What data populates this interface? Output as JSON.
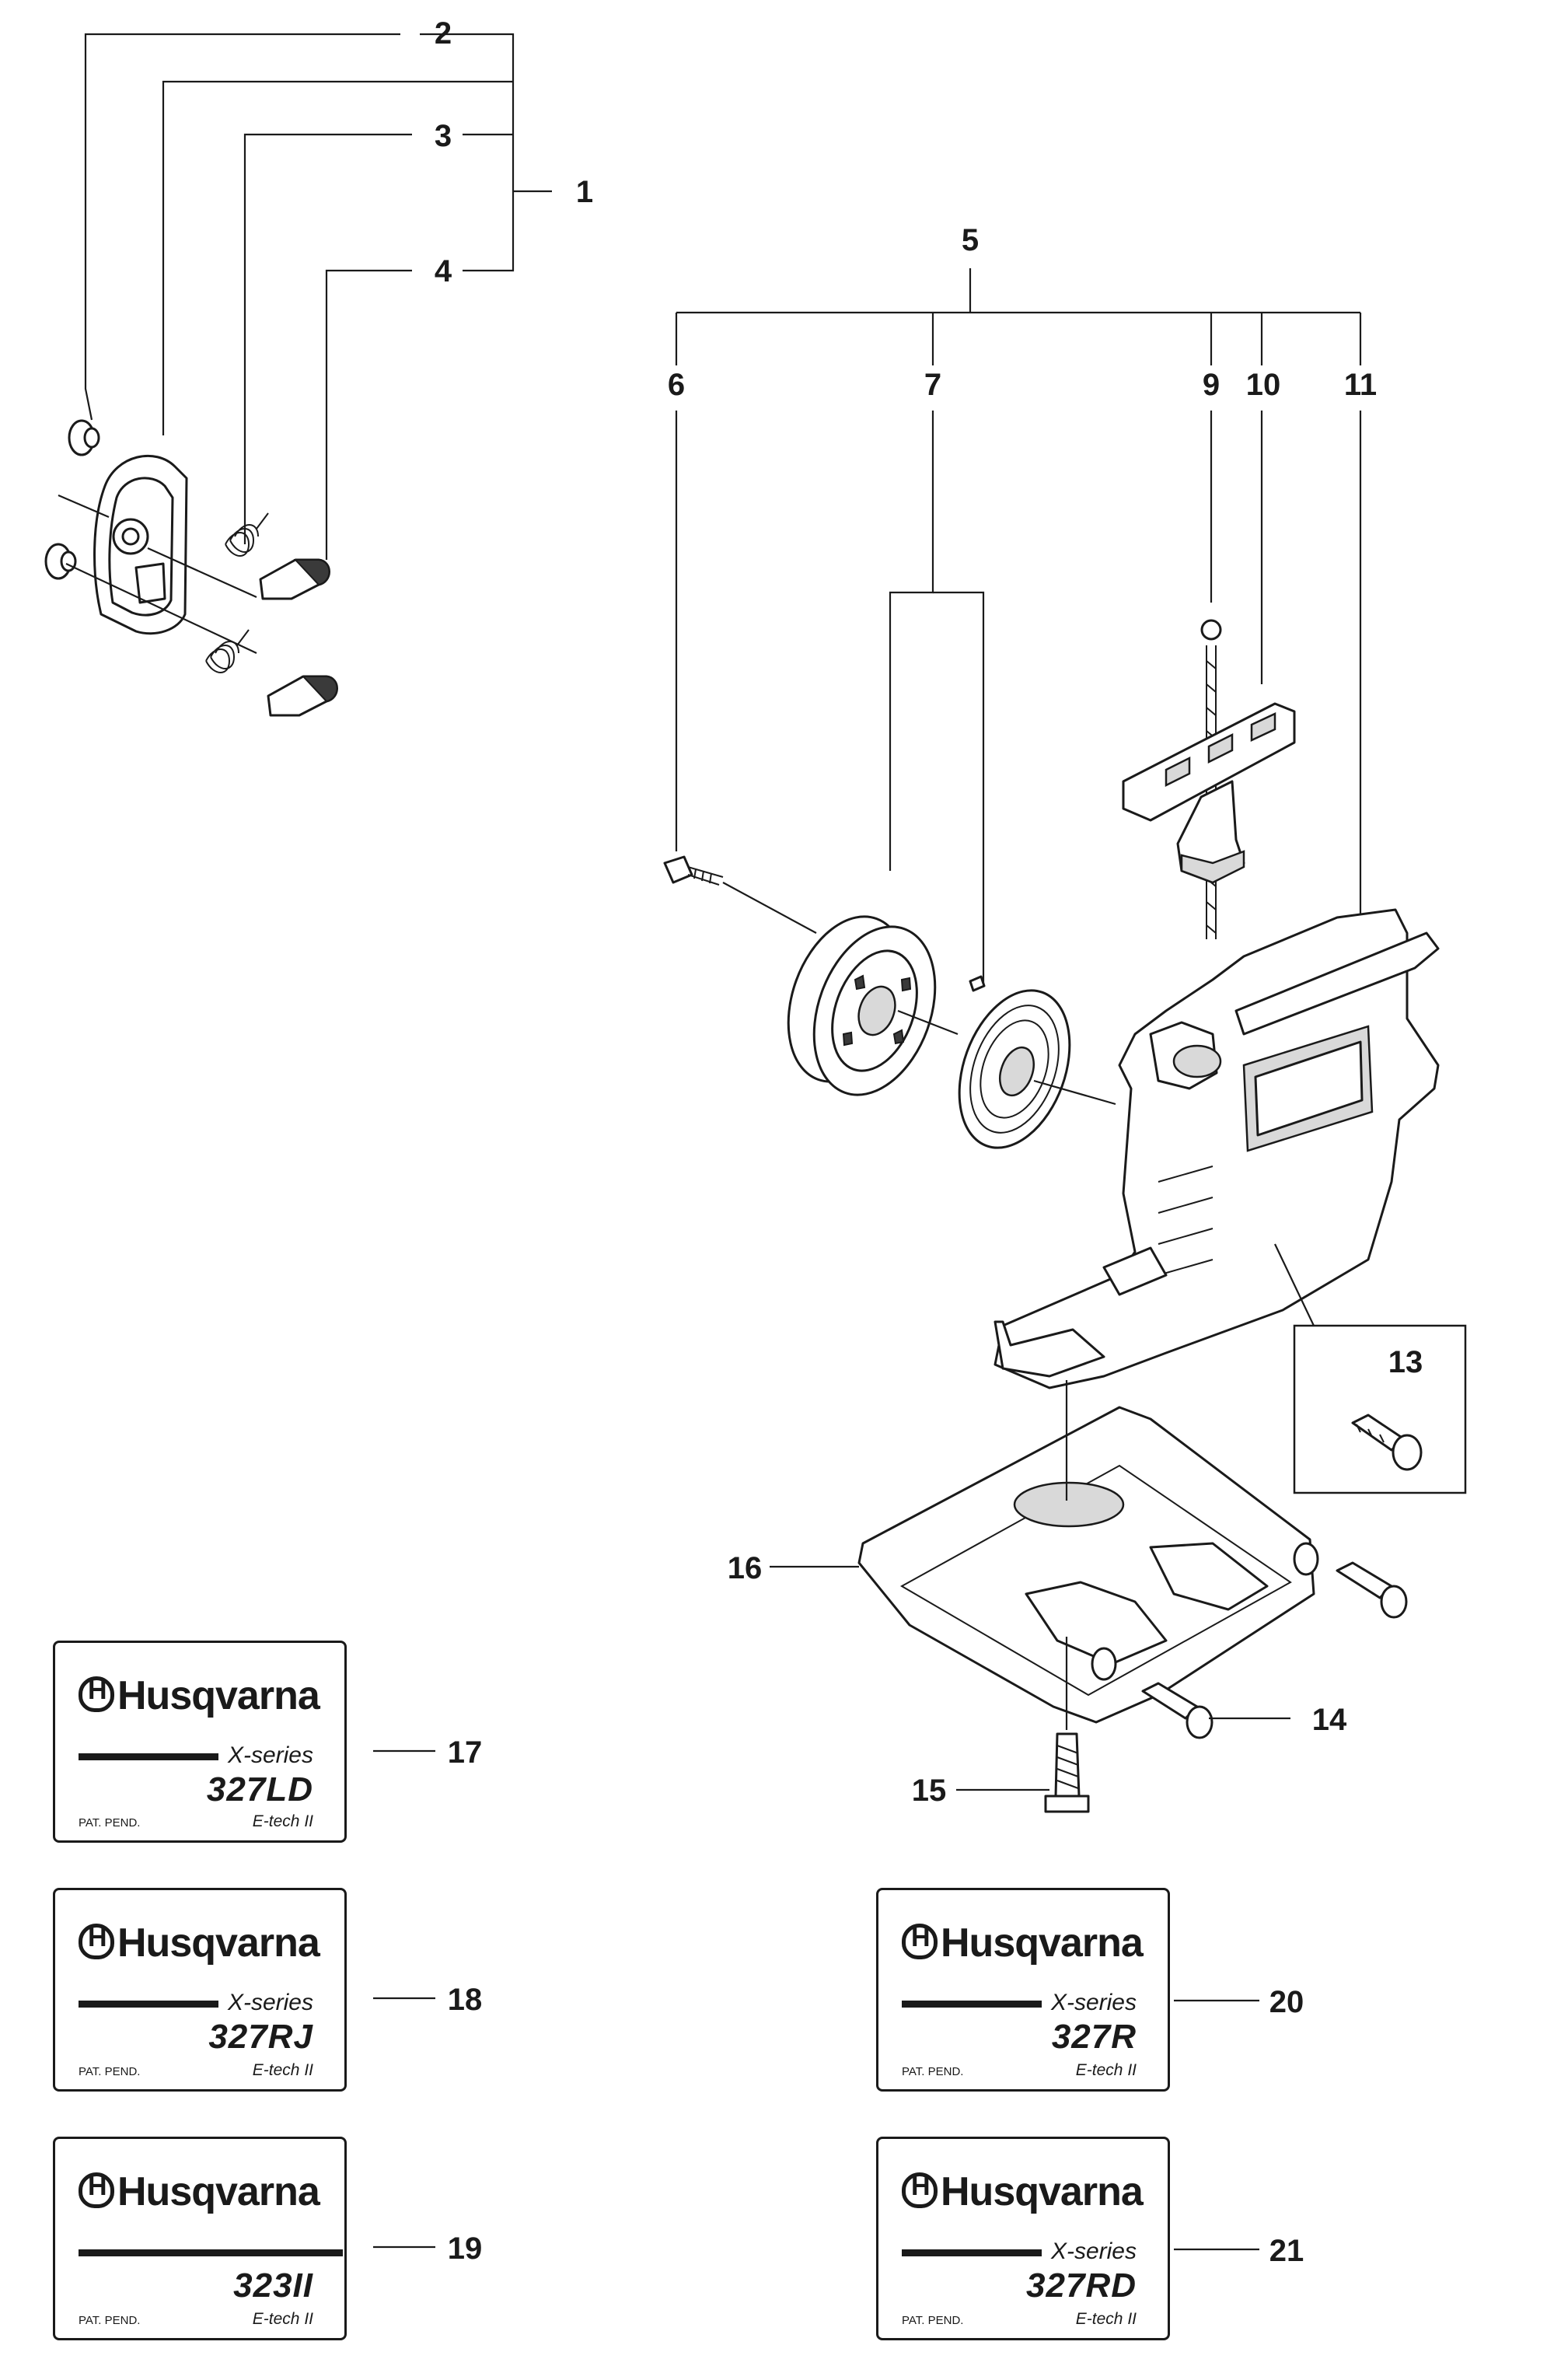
{
  "callouts": {
    "c1": "1",
    "c2": "2",
    "c3": "3",
    "c4": "4",
    "c5": "5",
    "c6": "6",
    "c7": "7",
    "c9": "9",
    "c10": "10",
    "c11": "11",
    "c13": "13",
    "c14": "14",
    "c15": "15",
    "c16": "16",
    "c17": "17",
    "c18": "18",
    "c19": "19",
    "c20": "20",
    "c21": "21"
  },
  "decals": {
    "d17": {
      "brand": "Husqvarna",
      "series": "X-series",
      "model": "327LD",
      "pat": "PAT. PEND.",
      "etech": "E-tech II"
    },
    "d18": {
      "brand": "Husqvarna",
      "series": "X-series",
      "model": "327RJ",
      "pat": "PAT. PEND.",
      "etech": "E-tech II"
    },
    "d19": {
      "brand": "Husqvarna",
      "series": "",
      "model": "323II",
      "pat": "PAT. PEND.",
      "etech": "E-tech II"
    },
    "d20": {
      "brand": "Husqvarna",
      "series": "X-series",
      "model": "327R",
      "pat": "PAT. PEND.",
      "etech": "E-tech II"
    },
    "d21": {
      "brand": "Husqvarna",
      "series": "X-series",
      "model": "327RD",
      "pat": "PAT. PEND.",
      "etech": "E-tech II"
    }
  }
}
